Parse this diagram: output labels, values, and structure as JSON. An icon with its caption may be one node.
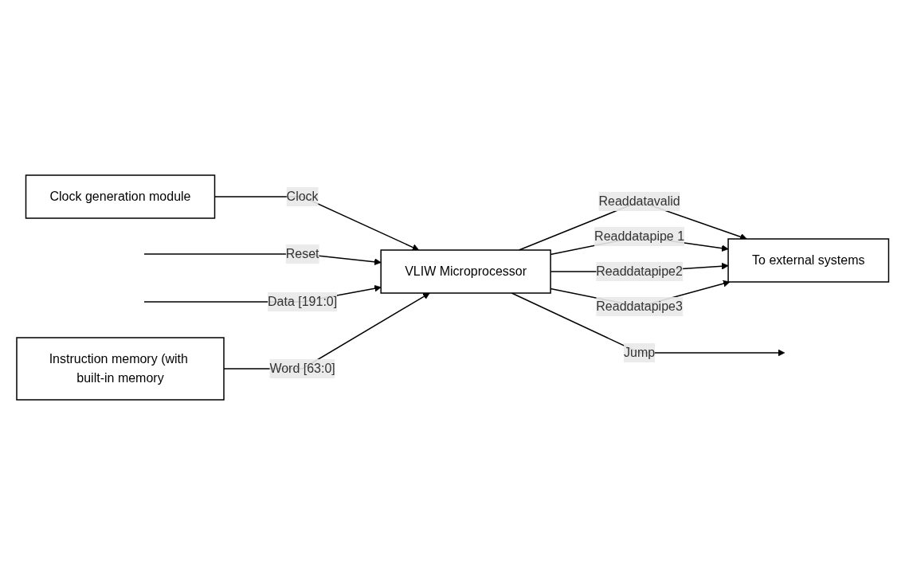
{
  "diagram": {
    "nodes": [
      {
        "text": [
          "Clock generation module"
        ]
      },
      {
        "text": [
          "To external systems"
        ]
      },
      {
        "text": [
          "VLIW Microprocessor"
        ]
      },
      {
        "text": [
          "Instruction memory (with built-in memory"
        ]
      }
    ],
    "edges": [
      {
        "from": 0,
        "to": 2,
        "arrow": "to",
        "label": "Clock"
      },
      {
        "from": null,
        "to": 2,
        "arrow": "to",
        "label": "Reset"
      },
      {
        "from": null,
        "to": 2,
        "arrow": "to",
        "label": "Data [191:0]"
      },
      {
        "from": 3,
        "to": 2,
        "arrow": "to",
        "label": "Word [63:0]"
      },
      {
        "from": 2,
        "to": 1,
        "arrow": "to",
        "label": "Readdatavalid"
      },
      {
        "from": 2,
        "to": 1,
        "arrow": "to",
        "label": "Readdatapipe 1"
      },
      {
        "from": 2,
        "to": 1,
        "arrow": "to",
        "label": "Readdatapipe2"
      },
      {
        "from": 2,
        "to": 1,
        "arrow": "to",
        "label": "Readdatapipe3"
      },
      {
        "from": 2,
        "to": null,
        "arrow": "to",
        "label": "Jump"
      }
    ]
  }
}
